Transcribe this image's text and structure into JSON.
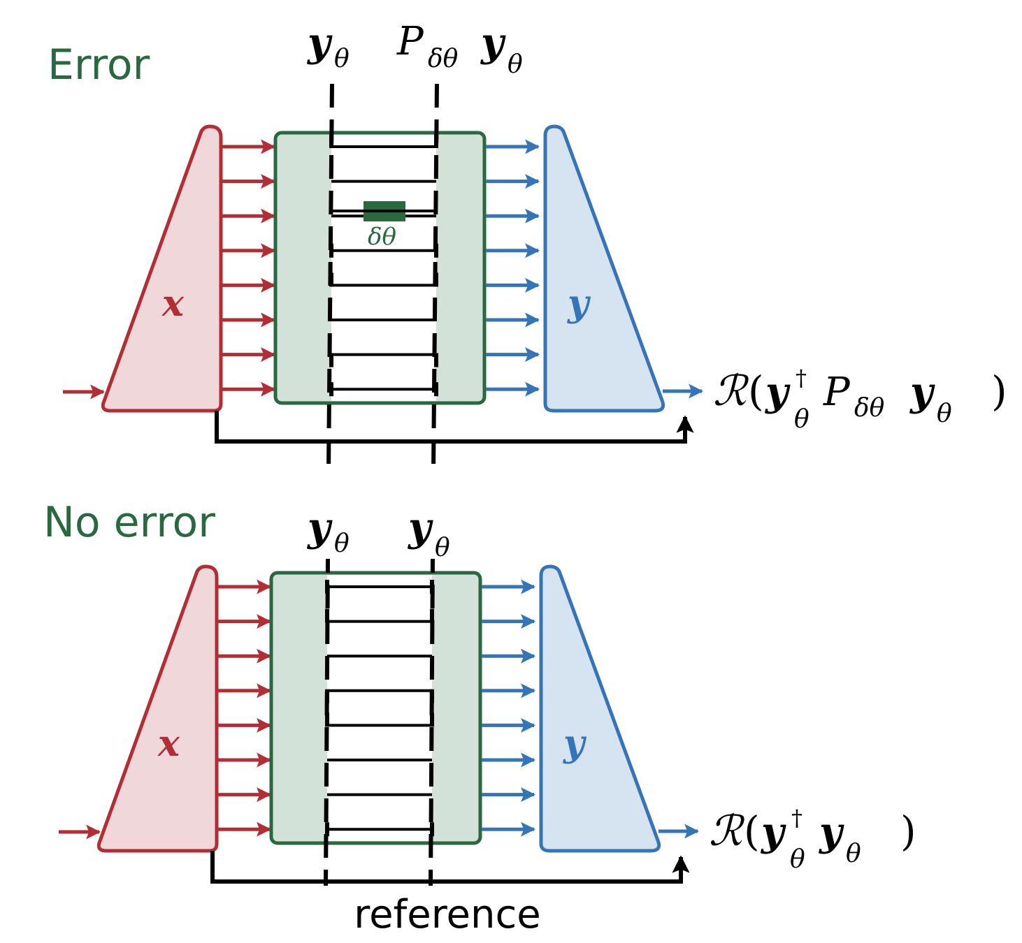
{
  "colors": {
    "red_stroke": "#b32d35",
    "red_fill": "#f0d7d9",
    "green_stroke": "#2a6940",
    "green_fill": "#d3e2d9",
    "blue_stroke": "#3574b7",
    "blue_fill": "#d6e4f2",
    "black": "#000000"
  },
  "panels": [
    {
      "id": "error",
      "title": "Error",
      "input_label": "x",
      "output_label": "y",
      "top_label_left": {
        "main": "y",
        "sub": "θ"
      },
      "top_label_right": {
        "prefix": "P",
        "prefix_sub": "δθ",
        "main": "y",
        "sub": "θ"
      },
      "perturbation_label": "δθ",
      "result": {
        "R": "ℛ",
        "open": "(",
        "y1": "y",
        "dagger": "†",
        "sub1": "θ",
        "P": "P",
        "Psub": "δθ",
        "y2": "y",
        "sub2": "θ",
        "close": ")"
      },
      "rungs": [
        "cap-top",
        "plain",
        "plain",
        "ibeam",
        "cup",
        "plain",
        "cap",
        "ibeam"
      ],
      "arrow_count": 8
    },
    {
      "id": "no-error",
      "title": "No error",
      "input_label": "x",
      "output_label": "y",
      "top_label_left": {
        "main": "y",
        "sub": "θ"
      },
      "top_label_right": {
        "main": "y",
        "sub": "θ"
      },
      "result": {
        "R": "ℛ",
        "open": "(",
        "y1": "y",
        "dagger": "†",
        "sub1": "θ",
        "y2": "y",
        "sub2": "θ",
        "close": ")"
      },
      "rungs": [
        "ibeam",
        "cup",
        "plain",
        "cap",
        "cup",
        "plain",
        "plain",
        "ibeam"
      ],
      "arrow_count": 8
    }
  ],
  "reference_label": "reference"
}
